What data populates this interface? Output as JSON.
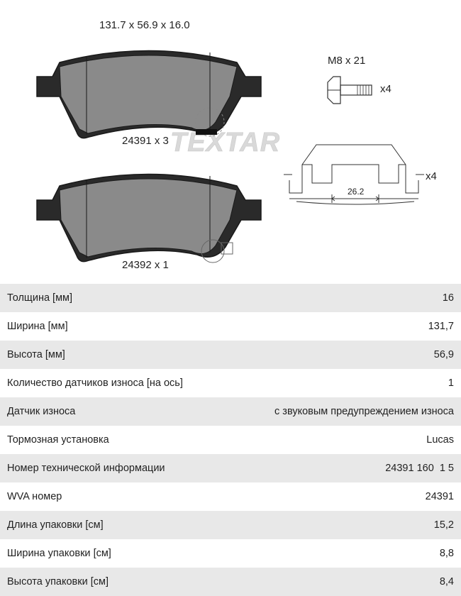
{
  "drawing": {
    "pad_dimensions": "131.7 x 56.9 x 16.0",
    "bolt_spec": "M8 x 21",
    "bolt_quantity": "x4",
    "pad_top_label": "24391 x 3",
    "pad_bottom_label": "24392 x 1",
    "clip_quantity": "x4",
    "clip_dimension": "26.2",
    "brand_watermark": "TEXTAR"
  },
  "specs": [
    {
      "label": "Толщина [мм]",
      "value": "16"
    },
    {
      "label": "Ширина [мм]",
      "value": "131,7"
    },
    {
      "label": "Высота [мм]",
      "value": "56,9"
    },
    {
      "label": "Количество датчиков износа [на ось]",
      "value": "1"
    },
    {
      "label": "Датчик износа",
      "value": "с звуковым предупреждением износа"
    },
    {
      "label": "Тормозная установка",
      "value": "Lucas"
    },
    {
      "label": "Номер технической информации",
      "value": "24391 160  1 5"
    },
    {
      "label": "WVA номер",
      "value": "24391"
    },
    {
      "label": "Длина упаковки [см]",
      "value": "15,2"
    },
    {
      "label": "Ширина упаковки [см]",
      "value": "8,8"
    },
    {
      "label": "Высота упаковки [см]",
      "value": "8,4"
    }
  ]
}
